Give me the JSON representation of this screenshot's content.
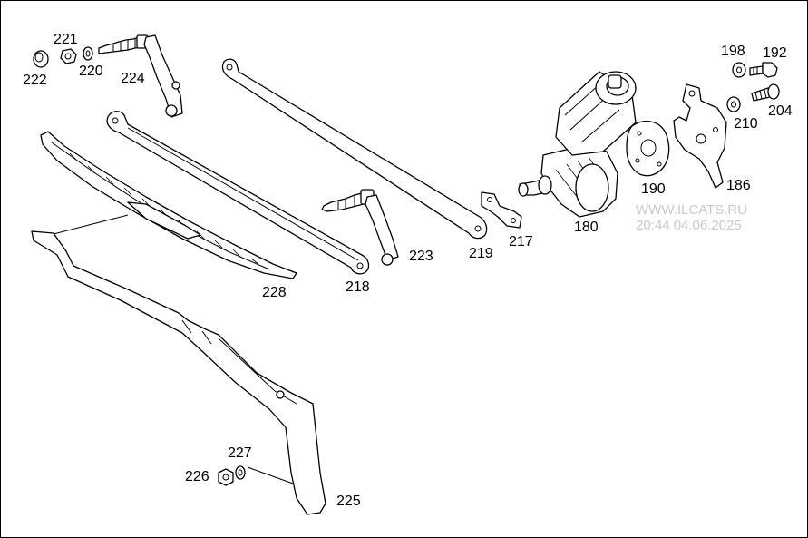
{
  "part_labels": {
    "p180": "180",
    "p186": "186",
    "p190": "190",
    "p192": "192",
    "p198": "198",
    "p204": "204",
    "p210": "210",
    "p217": "217",
    "p218": "218",
    "p219": "219",
    "p220": "220",
    "p221": "221",
    "p222": "222",
    "p223": "223",
    "p224": "224",
    "p225": "225",
    "p226": "226",
    "p227": "227",
    "p228": "228"
  },
  "watermark": {
    "site": "WWW.ILCATS.RU",
    "timestamp": "20:44 04.06.2025"
  }
}
